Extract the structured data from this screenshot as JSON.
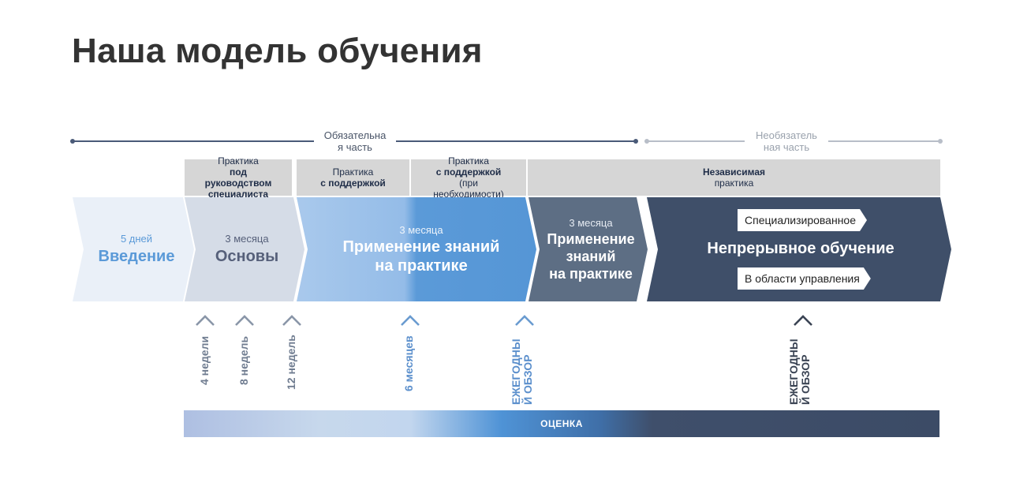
{
  "title": "Наша модель обучения",
  "parts": {
    "mandatory": "Обязательна\nя часть",
    "optional": "Необязатель\nная часть"
  },
  "support": {
    "guided": {
      "l1a": "Практика ",
      "l1b": "под",
      "l2": "руководством",
      "l3": "специалиста"
    },
    "supported": {
      "l1": "Практика",
      "l2": "с поддержкой"
    },
    "optional_support": {
      "l1": "Практика",
      "l2a": "с поддержкой",
      "l2b": " (при",
      "l3": "необходимости)"
    },
    "independent": {
      "l1": "Независимая",
      "l2": "практика"
    }
  },
  "stages": {
    "intro": {
      "duration": "5 дней",
      "name": "Введение"
    },
    "basics": {
      "duration": "3 месяца",
      "name": "Основы"
    },
    "apply1": {
      "duration": "3 месяца",
      "name": "Применение знаний\nна практике"
    },
    "apply2": {
      "duration": "3 месяца",
      "name": "Применение\nзнаний\nна практике"
    },
    "continuous": {
      "name": "Непрерывное обучение",
      "tag1": "Специализированное",
      "tag2": "В области управления"
    }
  },
  "markers": [
    {
      "label": "4 недели"
    },
    {
      "label": "8 недель"
    },
    {
      "label": "12 недель"
    },
    {
      "label": "6 месяцев"
    },
    {
      "label": "ЕЖЕГОДНЫ\nЙ ОБЗОР"
    },
    {
      "label": "ЕЖЕГОДНЫ\nЙ ОБЗОР"
    }
  ],
  "evaluation": "ОЦЕНКА",
  "colors": {
    "intro": "#eaf0f8",
    "basics": "#d5dce7",
    "apply_light": "#9fc3ea",
    "apply_dark": "#5b9ad8",
    "apply2": "#5d6e84",
    "continuous": "#3f4f69",
    "support_bg": "#d6d6d6",
    "marker_light": "#6a9bd0",
    "marker_grey": "#8a96a8",
    "marker_dark": "#3b4454"
  }
}
